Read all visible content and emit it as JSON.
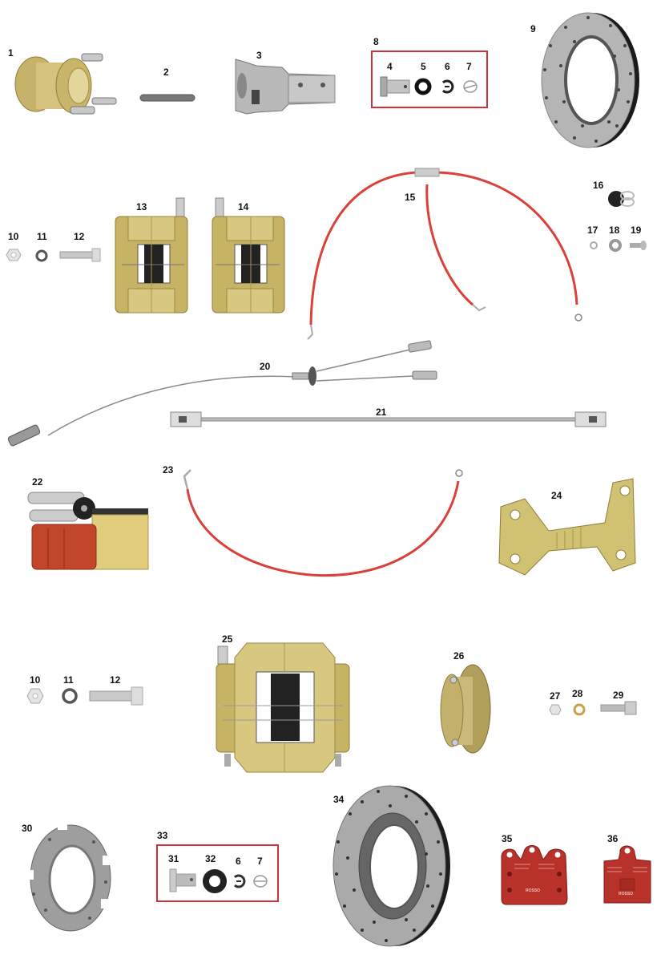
{
  "diagram": {
    "type": "exploded-parts-diagram",
    "subject": "kart brake system components",
    "group_box_color": "#d0303c",
    "colors": {
      "gold": "#c9b56a",
      "gold_dark": "#8f7d3a",
      "silver": "#b8b8b8",
      "hose_red": "#d9413a",
      "pad_red": "#b8322a",
      "caliper_red": "#c2462a"
    }
  },
  "labels": {
    "p1": "1",
    "p2": "2",
    "p3": "3",
    "p4": "4",
    "p5": "5",
    "p6": "6",
    "p7": "7",
    "p8": "8",
    "p9": "9",
    "p10a": "10",
    "p11a": "11",
    "p12a": "12",
    "p13": "13",
    "p14": "14",
    "p15": "15",
    "p16": "16",
    "p17": "17",
    "p18": "18",
    "p19": "19",
    "p20": "20",
    "p21": "21",
    "p22": "22",
    "p23": "23",
    "p24": "24",
    "p25": "25",
    "p26": "26",
    "p10b": "10",
    "p11b": "11",
    "p12b": "12",
    "p27": "27",
    "p28": "28",
    "p29": "29",
    "p30": "30",
    "p31": "31",
    "p32": "32",
    "p6b": "6",
    "p7b": "7",
    "p33": "33",
    "p34": "34",
    "p35": "35",
    "p36": "36"
  },
  "parts": [
    {
      "number": "1",
      "description": "wheel hub (gold) with bolts"
    },
    {
      "number": "2",
      "description": "key"
    },
    {
      "number": "3",
      "description": "axle hub/sleeve"
    },
    {
      "number": "4",
      "description": "pin"
    },
    {
      "number": "5",
      "description": "washer"
    },
    {
      "number": "6",
      "description": "circlip"
    },
    {
      "number": "7",
      "description": "retaining clip"
    },
    {
      "number": "8",
      "description": "pin kit (items 4-7)"
    },
    {
      "number": "9",
      "description": "drilled brake disc"
    },
    {
      "number": "10",
      "description": "nut"
    },
    {
      "number": "11",
      "description": "washer"
    },
    {
      "number": "12",
      "description": "bolt"
    },
    {
      "number": "13",
      "description": "front brake caliper left"
    },
    {
      "number": "14",
      "description": "front brake caliper right"
    },
    {
      "number": "15",
      "description": "front brake hose T-split"
    },
    {
      "number": "16",
      "description": "hose clamp"
    },
    {
      "number": "17",
      "description": "small washer"
    },
    {
      "number": "18",
      "description": "washer"
    },
    {
      "number": "19",
      "description": "screw"
    },
    {
      "number": "20",
      "description": "brake cable split"
    },
    {
      "number": "21",
      "description": "brake rod"
    },
    {
      "number": "22",
      "description": "master cylinder"
    },
    {
      "number": "23",
      "description": "rear brake hose"
    },
    {
      "number": "24",
      "description": "caliper mount bracket"
    },
    {
      "number": "25",
      "description": "rear brake caliper"
    },
    {
      "number": "26",
      "description": "disc hub"
    },
    {
      "number": "27",
      "description": "nut"
    },
    {
      "number": "28",
      "description": "copper washer"
    },
    {
      "number": "29",
      "description": "bolt"
    },
    {
      "number": "30",
      "description": "disc carrier"
    },
    {
      "number": "31",
      "description": "pin"
    },
    {
      "number": "32",
      "description": "washer"
    },
    {
      "number": "33",
      "description": "pin kit (items 31, 32, 6, 7)"
    },
    {
      "number": "34",
      "description": "rear ventilated drilled disc"
    },
    {
      "number": "35",
      "description": "rear brake pad"
    },
    {
      "number": "36",
      "description": "front brake pad"
    }
  ],
  "pad_text": {
    "brand35": "ROSSO",
    "brand36": "ROSSO"
  }
}
